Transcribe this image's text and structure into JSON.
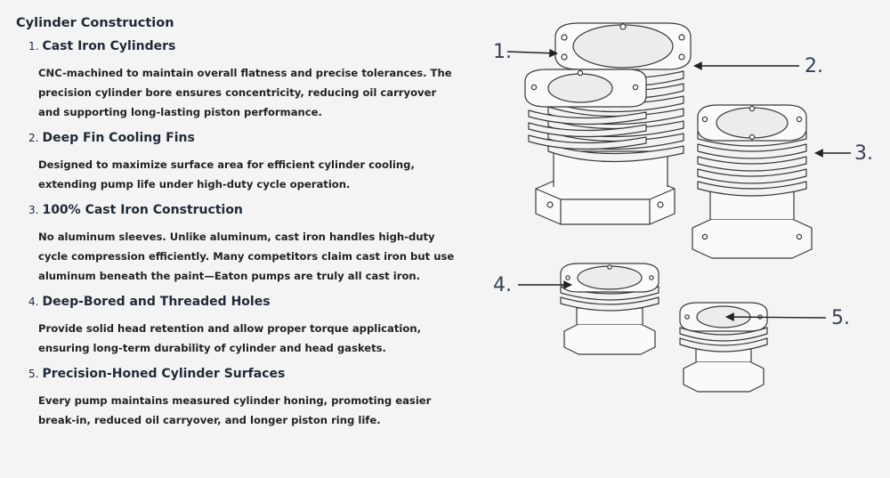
{
  "heading": "Cylinder Construction",
  "items": [
    {
      "num": "1.",
      "title": "Cast Iron Cylinders",
      "desc": "CNC-machined to maintain overall flatness and precise tolerances. The precision cylinder bore ensures concentricity, reducing oil carryover and supporting long-lasting piston performance."
    },
    {
      "num": "2.",
      "title": "Deep Fin Cooling Fins",
      "desc": "Designed to maximize surface area for efficient cylinder cooling, extending pump life under high-duty cycle operation."
    },
    {
      "num": "3.",
      "title": "100% Cast Iron Construction",
      "desc": "No aluminum sleeves. Unlike aluminum, cast iron handles high-duty cycle compression efficiently. Many competitors claim cast iron but use aluminum beneath the paint—Eaton pumps are truly all cast iron."
    },
    {
      "num": "4.",
      "title": "Deep-Bored and Threaded Holes",
      "desc": "Provide solid head retention and allow proper torque application, ensuring long-term durability of cylinder and head gaskets."
    },
    {
      "num": "5.",
      "title": "Precision-Honed Cylinder Surfaces",
      "desc": "Every pump maintains measured cylinder honing, promoting easier break-in, reduced oil carryover, and longer piston ring life."
    }
  ],
  "callouts": [
    "1.",
    "2.",
    "3.",
    "4.",
    "5."
  ]
}
